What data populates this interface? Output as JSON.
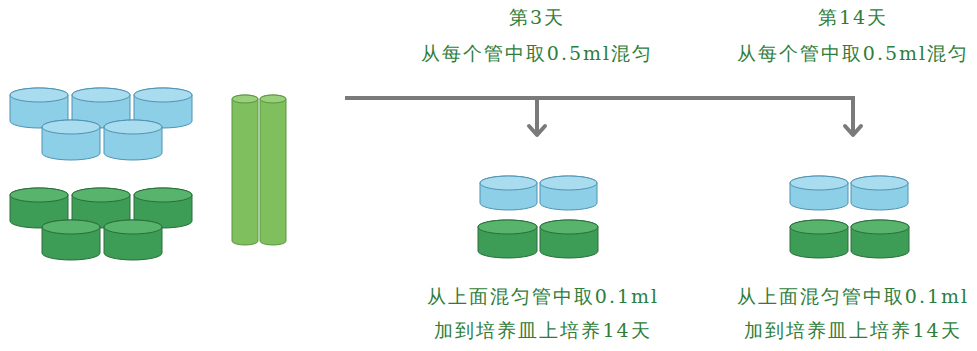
{
  "diagram": {
    "labels": [
      "第3天",
      "从每个管中取0.5ml混匀",
      "第14天",
      "从每个管中取0.5ml混匀",
      "从上面混匀管中取0.1ml",
      "加到培养皿上培养14天",
      "从上面混匀管中取0.1ml",
      "加到培养皿上培养14天"
    ]
  }
}
